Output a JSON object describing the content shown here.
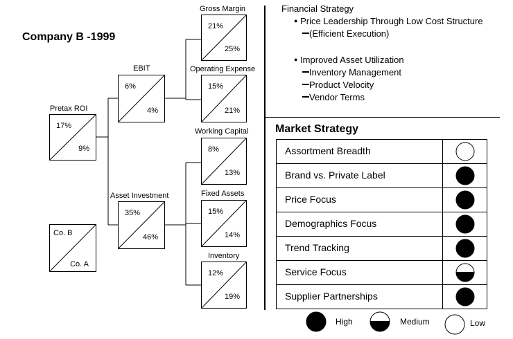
{
  "title": "Company B -1999",
  "tree": {
    "pretax_roi": {
      "label": "Pretax ROI",
      "top": "17%",
      "bottom": "9%"
    },
    "ebit": {
      "label": "EBIT",
      "top": "6%",
      "bottom": "4%"
    },
    "asset_investment": {
      "label": "Asset Investment",
      "top": "35%",
      "bottom": "46%"
    },
    "gross_margin": {
      "label": "Gross Margin",
      "top": "21%",
      "bottom": "25%"
    },
    "operating_expense": {
      "label": "Operating Expense",
      "top": "15%",
      "bottom": "21%"
    },
    "working_capital": {
      "label": "Working Capital",
      "top": "8%",
      "bottom": "13%"
    },
    "fixed_assets": {
      "label": "Fixed Assets",
      "top": "15%",
      "bottom": "14%"
    },
    "inventory": {
      "label": "Inventory",
      "top": "12%",
      "bottom": "19%"
    }
  },
  "key_box": {
    "top": "Co. B",
    "bottom": "Co. A"
  },
  "financial_strategy": {
    "heading": "Financial Strategy",
    "item1": "Price Leadership Through Low Cost Structure",
    "item1_sub1": "(Efficient Execution)",
    "item2": "Improved Asset Utilization",
    "item2_sub1": "Inventory Management",
    "item2_sub2": "Product Velocity",
    "item2_sub3": "Vendor Terms"
  },
  "market_strategy": {
    "heading": "Market Strategy",
    "rows": [
      {
        "name": "Assortment Breadth",
        "rating": "low"
      },
      {
        "name": "Brand vs. Private Label",
        "rating": "high"
      },
      {
        "name": "Price Focus",
        "rating": "high"
      },
      {
        "name": "Demographics Focus",
        "rating": "high"
      },
      {
        "name": "Trend Tracking",
        "rating": "high"
      },
      {
        "name": "Service Focus",
        "rating": "medium"
      },
      {
        "name": "Supplier Partnerships",
        "rating": "high"
      }
    ]
  },
  "legend": {
    "high": "High",
    "medium": "Medium",
    "low": "Low"
  }
}
